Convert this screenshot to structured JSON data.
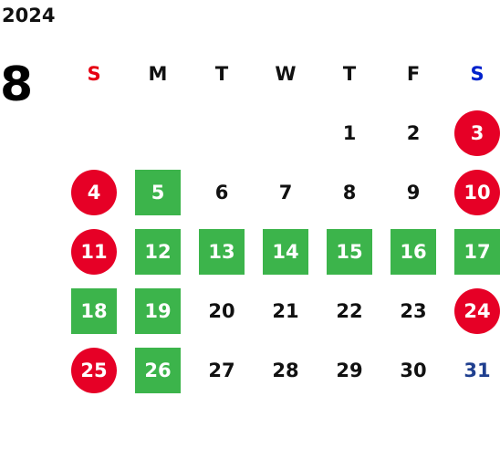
{
  "calendar": {
    "year": "2024",
    "month": "8",
    "weekdays": [
      "S",
      "M",
      "T",
      "W",
      "T",
      "F",
      "S"
    ],
    "leading_blanks": 4,
    "days": [
      {
        "label": "1",
        "style": "normal"
      },
      {
        "label": "2",
        "style": "normal"
      },
      {
        "label": "3",
        "style": "holiday"
      },
      {
        "label": "4",
        "style": "holiday"
      },
      {
        "label": "5",
        "style": "closed"
      },
      {
        "label": "6",
        "style": "normal"
      },
      {
        "label": "7",
        "style": "normal"
      },
      {
        "label": "8",
        "style": "normal"
      },
      {
        "label": "9",
        "style": "normal"
      },
      {
        "label": "10",
        "style": "holiday"
      },
      {
        "label": "11",
        "style": "holiday"
      },
      {
        "label": "12",
        "style": "closed"
      },
      {
        "label": "13",
        "style": "closed"
      },
      {
        "label": "14",
        "style": "closed"
      },
      {
        "label": "15",
        "style": "closed"
      },
      {
        "label": "16",
        "style": "closed"
      },
      {
        "label": "17",
        "style": "closed"
      },
      {
        "label": "18",
        "style": "closed"
      },
      {
        "label": "19",
        "style": "closed"
      },
      {
        "label": "20",
        "style": "normal"
      },
      {
        "label": "21",
        "style": "normal"
      },
      {
        "label": "22",
        "style": "normal"
      },
      {
        "label": "23",
        "style": "normal"
      },
      {
        "label": "24",
        "style": "holiday"
      },
      {
        "label": "25",
        "style": "holiday"
      },
      {
        "label": "26",
        "style": "closed"
      },
      {
        "label": "27",
        "style": "normal"
      },
      {
        "label": "28",
        "style": "normal"
      },
      {
        "label": "29",
        "style": "normal"
      },
      {
        "label": "30",
        "style": "normal"
      },
      {
        "label": "31",
        "style": "blue"
      }
    ]
  },
  "colors": {
    "sunday": "#e60012",
    "saturday": "#0022cc",
    "holiday": "#e60026",
    "closed": "#3cb44b",
    "day_31": "#1f3f8f",
    "text": "#111111"
  }
}
